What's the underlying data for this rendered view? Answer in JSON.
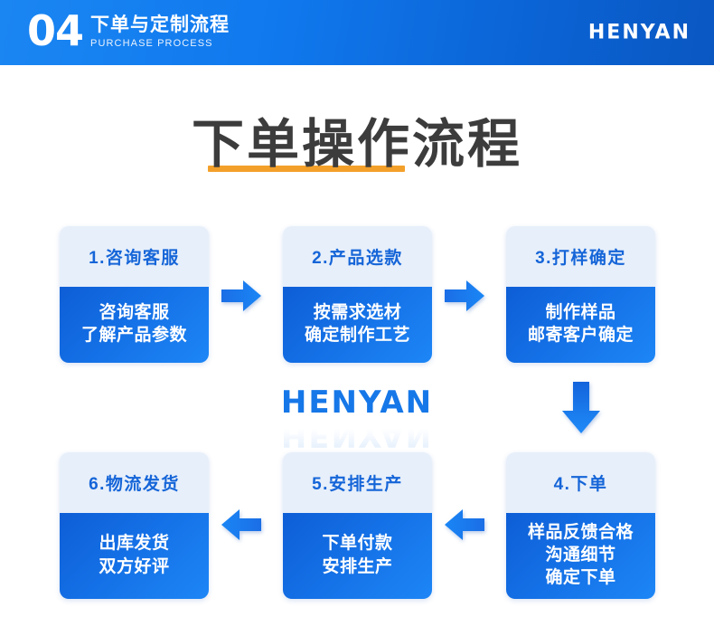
{
  "header": {
    "number": "04",
    "title_cn": "下单与定制流程",
    "title_en": "PURCHASE PROCESS",
    "brand": "HENYAN",
    "gradient_from": "#1a86f2",
    "gradient_to": "#0a57c2"
  },
  "page": {
    "main_title": "下单操作流程",
    "title_color": "#3c3c3c",
    "underline_color": "#f3a02a"
  },
  "watermark": {
    "text": "HENYAN",
    "color": "#1677e8"
  },
  "steps": [
    {
      "id": "step-1",
      "head": "1.咨询客服",
      "lines": [
        "咨询客服",
        "了解产品参数"
      ]
    },
    {
      "id": "step-2",
      "head": "2.产品选款",
      "lines": [
        "按需求选材",
        "确定制作工艺"
      ]
    },
    {
      "id": "step-3",
      "head": "3.打样确定",
      "lines": [
        "制作样品",
        "邮寄客户确定"
      ]
    },
    {
      "id": "step-4",
      "head": "4.下单",
      "lines": [
        "样品反馈合格",
        "沟通细节",
        "确定下单"
      ]
    },
    {
      "id": "step-5",
      "head": "5.安排生产",
      "lines": [
        "下单付款",
        "安排生产"
      ]
    },
    {
      "id": "step-6",
      "head": "6.物流发货",
      "lines": [
        "出库发货",
        "双方好评"
      ]
    }
  ],
  "arrows": [
    {
      "name": "arrow-step1-to-step2",
      "direction": "right"
    },
    {
      "name": "arrow-step2-to-step3",
      "direction": "right"
    },
    {
      "name": "arrow-step3-to-step4",
      "direction": "down"
    },
    {
      "name": "arrow-step4-to-step5",
      "direction": "left"
    },
    {
      "name": "arrow-step5-to-step6",
      "direction": "left"
    }
  ],
  "colors": {
    "card_head_bg": "#e7effa",
    "card_head_text": "#1565d8",
    "card_body_from": "#0e5ed6",
    "card_body_to": "#1d86f6",
    "arrow": "#1a7bee"
  }
}
